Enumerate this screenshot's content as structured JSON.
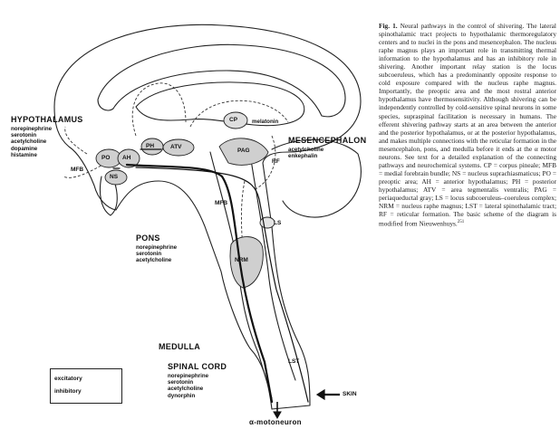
{
  "regions": {
    "hypothalamus": {
      "title": "HYPOTHALAMUS",
      "transmitters": [
        "norepinephrine",
        "serotonin",
        "acetylcholine",
        "dopamine",
        "histamine"
      ]
    },
    "mesencephalon": {
      "title": "MESENCEPHALON",
      "transmitters": [
        "acetylcholine",
        "enkephalin"
      ]
    },
    "pons": {
      "title": "PONS",
      "transmitters": [
        "norepinephrine",
        "serotonin",
        "acetylcholine"
      ]
    },
    "medulla": {
      "title": "MEDULLA"
    },
    "spinal_cord": {
      "title": "SPINAL CORD",
      "transmitters": [
        "norepinephrine",
        "serotonin",
        "acetylcholine",
        "dynorphin"
      ]
    }
  },
  "structures": {
    "po": "PO",
    "ah": "AH",
    "ph": "PH",
    "atv": "ATV",
    "ns": "NS",
    "cp": "CP",
    "melatonin": "melatonin",
    "pag": "PAG",
    "mfb_left": "MFB",
    "mfb_right": "MFB",
    "rf": "RF",
    "nrm": "NRM",
    "ls": "LS",
    "lst": "LST",
    "skin": "SKIN",
    "motoneuron": "α-motoneuron"
  },
  "legend": {
    "excitatory": "excitatory",
    "inhibitory": "inhibitory"
  },
  "caption": {
    "figure_label": "Fig. 1.",
    "text": "Neural pathways in the control of shivering. The lateral spinothalamic tract projects to hypothalamic thermoregulatory centers and to nuclei in the pons and mesencephalon. The nucleus raphe magnus plays an important role in transmitting thermal information to the hypothalamus and has an inhibitory role in shivering. Another important relay station is the locus subcoeruleus, which has a predominantly opposite response to cold exposure compared with the nucleus raphe magnus. Importantly, the preoptic area and the most rostral anterior hypothalamus have thermosensitivity. Although shivering can be independently controlled by cold-sensitive spinal neurons in some species, supraspinal facilitation is necessary in humans. The efferent shivering pathway starts at an area between the anterior and the posterior hypothalamus, or at the posterior hypothalamus, and makes multiple connections with the reticular formation in the mesencephalon, pons, and medulla before it ends at the α motor neurons. See text for a detailed explanation of the connecting pathways and neurochemical systems. CP = corpus pineale; MFB = medial forebrain bundle; NS = nucleus suprachiasmaticus; PO = preoptic area; AH = anterior hypothalamus; PH = posterior hypothalamus; ATV = area tegmentalis ventralis; PAG = periaqueductal gray; LS = locus subcoeruleus–coeruleus complex; NRM = nucleus raphe magnus; LST = lateral spinothalamic tract; RF = reticular formation. The basic scheme of the diagram is modified from Nieuwenhuys.",
    "reference": "251"
  }
}
